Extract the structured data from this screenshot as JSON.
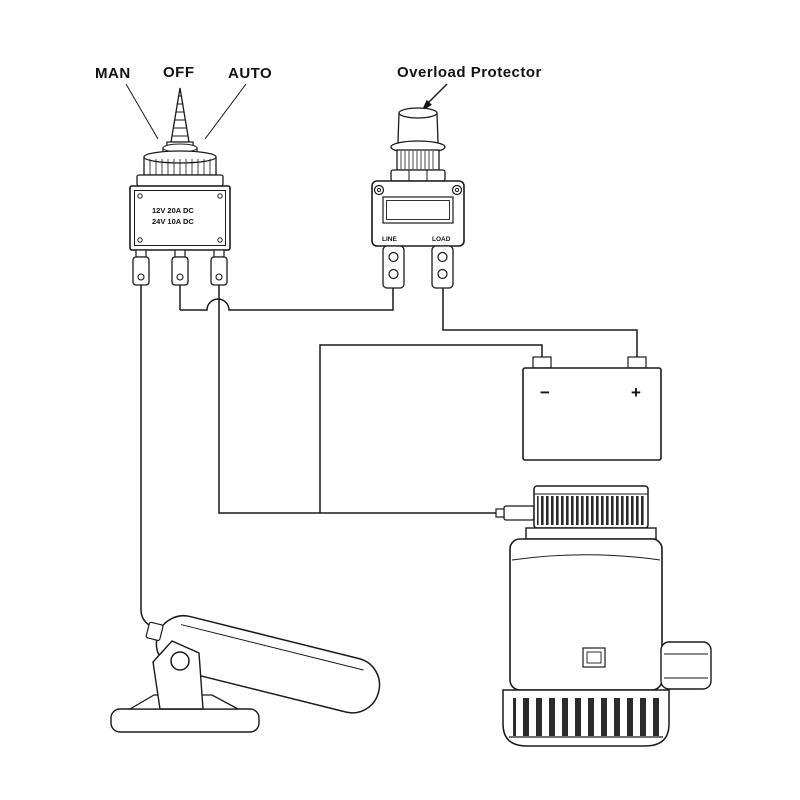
{
  "diagram": {
    "switch_labels": {
      "man": "MAN",
      "off": "OFF",
      "auto": "AUTO"
    },
    "overload_label": "Overload Protector",
    "switch_ratings": {
      "line1": "12V 20A DC",
      "line2": "24V 10A DC"
    },
    "breaker_terminals": {
      "left": "LINE",
      "right": "LOAD"
    },
    "battery_terminals": {
      "negative": "−",
      "positive": "+"
    },
    "colors": {
      "ink": "#1a1a1a",
      "background": "#ffffff"
    }
  }
}
